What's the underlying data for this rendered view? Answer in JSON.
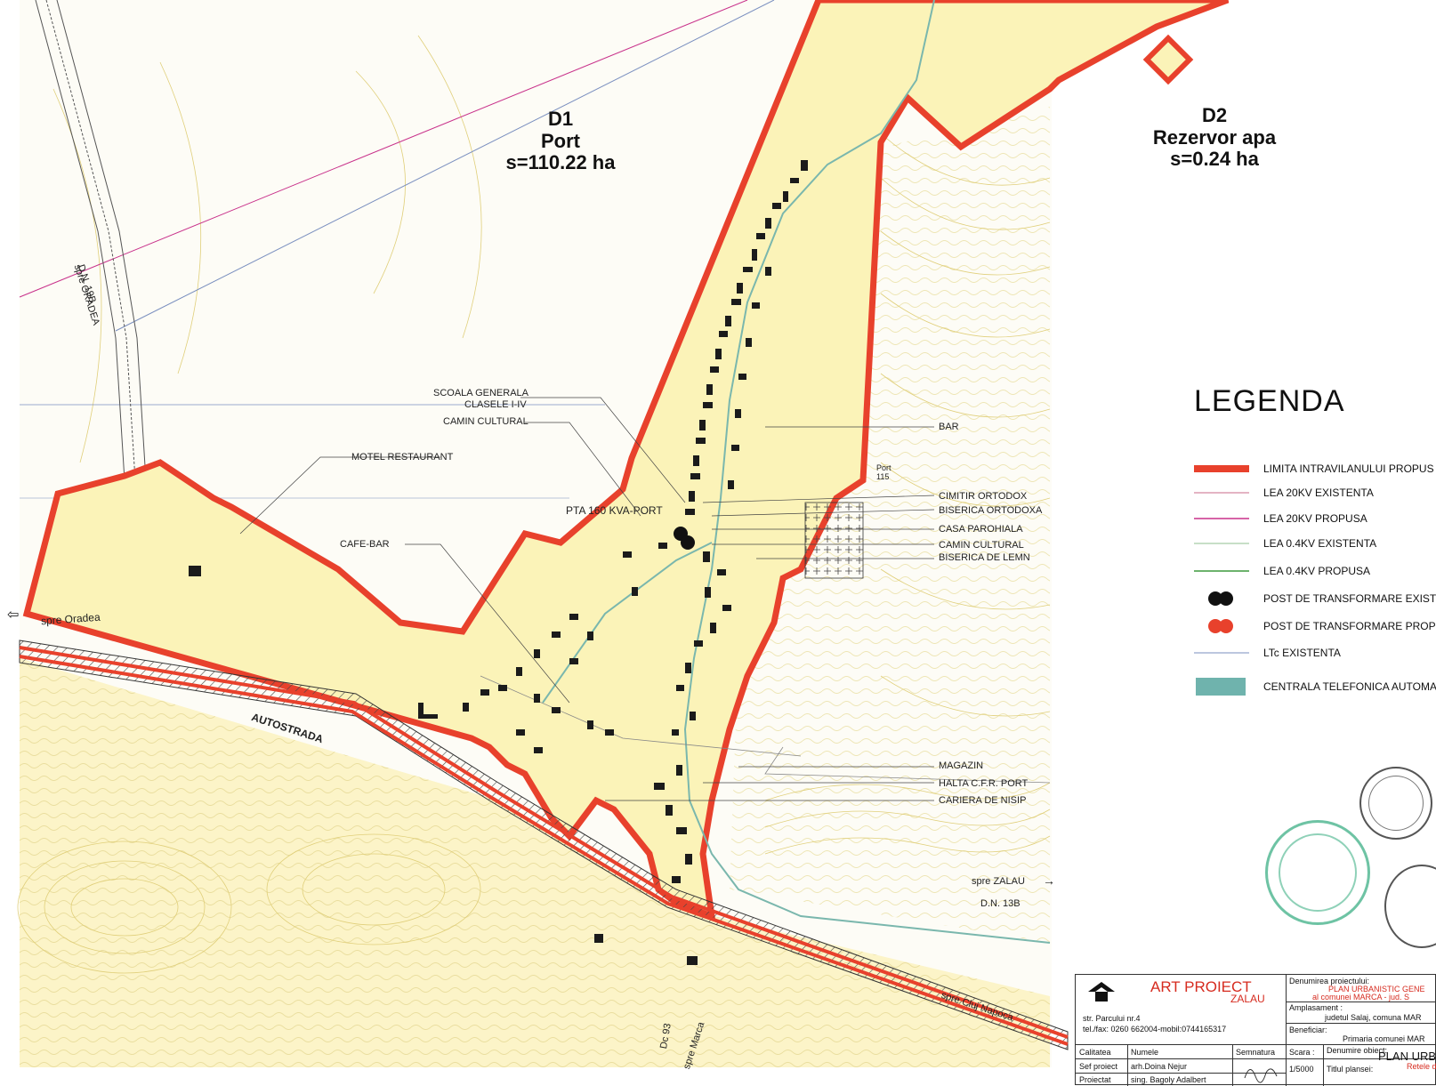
{
  "zones": {
    "d1": {
      "code": "D1",
      "name": "Port",
      "area": "s=110.22 ha"
    },
    "d2": {
      "code": "D2",
      "name": "Rezervor apa",
      "area": "s=0.24 ha"
    }
  },
  "labels": {
    "scoala": "SCOALA GENERALA",
    "scoala2": "CLASELE I-IV",
    "camin_cultural_1": "CAMIN CULTURAL",
    "motel": "MOTEL RESTAURANT",
    "pta": "PTA 160 KVA-PORT",
    "cafe_bar": "CAFE-BAR",
    "bar": "BAR",
    "cimitir": "CIMITIR ORTODOX",
    "biserica_ort": "BISERICA ORTODOXA",
    "casa_par": "CASA PAROHIALA",
    "camin_cultural_2": "CAMIN CULTURAL",
    "biserica_lemn": "BISERICA DE LEMN",
    "magazin": "MAGAZIN",
    "halta": "HALTA C.F.R. PORT",
    "cariera": "CARIERA DE NISIP",
    "spre_oradea": "spre Oradea",
    "spre_oradea_dn": "spre ORADEA",
    "dn19b": "D.N. 19B",
    "autostrada": "AUTOSTRADA",
    "spre_zalau": "spre ZALAU",
    "dn13b": "D.N. 13B",
    "spre_cluj": "spre Cluj Napoca",
    "dc93": "Dc 93",
    "spre_marca": "spre Marca",
    "port_115": "Port 115"
  },
  "legend": {
    "title": "LEGENDA",
    "items": [
      {
        "label": "LIMITA INTRAVILANULUI PROPUS",
        "symbol": "thick-red-line",
        "color": "#e8412c"
      },
      {
        "label": "LEA 20KV  EXISTENTA",
        "symbol": "thin-line",
        "color": "#c86a8a"
      },
      {
        "label": "LEA 20KV PROPUSA",
        "symbol": "thin-line",
        "color": "#c8308a"
      },
      {
        "label": "LEA 0.4KV  EXISTENTA",
        "symbol": "thin-line",
        "color": "#8fbf8f"
      },
      {
        "label": "LEA 0.4KV PROPUSA",
        "symbol": "thin-line",
        "color": "#3d9a3d"
      },
      {
        "label": "POST DE TRANSFORMARE EXISTENT",
        "symbol": "double-circle",
        "color": "#111111"
      },
      {
        "label": "POST DE TRANSFORMARE PROPUS",
        "symbol": "double-circle",
        "color": "#e8412c"
      },
      {
        "label": "LTc  EXISTENTA",
        "symbol": "thin-line",
        "color": "#7a8fbf"
      },
      {
        "label": "CENTRALA TELEFONICA AUTOMATA",
        "symbol": "rect",
        "color": "#6fb3ad"
      }
    ]
  },
  "title_block": {
    "firm": "ART PROIECT",
    "city": "ZALAU",
    "address": "str. Parcului nr.4",
    "phone": "tel./fax: 0260 662004-mobil:0744165317",
    "denumire_label": "Denumirea proiectului:",
    "project": "PLAN URBANISTIC GENE",
    "project2": "al comunei MARCA - jud. S",
    "amplasament_label": "Amplasament :",
    "amplasament": "judetul Salaj, comuna MAR",
    "beneficiar_label": "Beneficiar:",
    "beneficiar": "Primaria comunei MAR",
    "col_calitatea": "Calitatea",
    "col_numele": "Numele",
    "col_semnatura": "Semnatura",
    "col_scara": "Scara :",
    "row1_role": "Sef proiect",
    "row1_name": "arh.Doina Nejur",
    "row2_role": "Proiectat",
    "row2_name": "sing. Bagoly Adalbert",
    "scale": "1/5000",
    "obiect_label": "Denumire obiect:",
    "obiect": "PLAN URBAN",
    "titlul_label": "Titlul plansei:",
    "titlul": "Retele de"
  },
  "colors": {
    "boundary": "#e8412c",
    "fill": "#fbf6c4",
    "contour": "#e4d58a",
    "building": "#1b1b1b",
    "road": "#7ab7ad"
  }
}
